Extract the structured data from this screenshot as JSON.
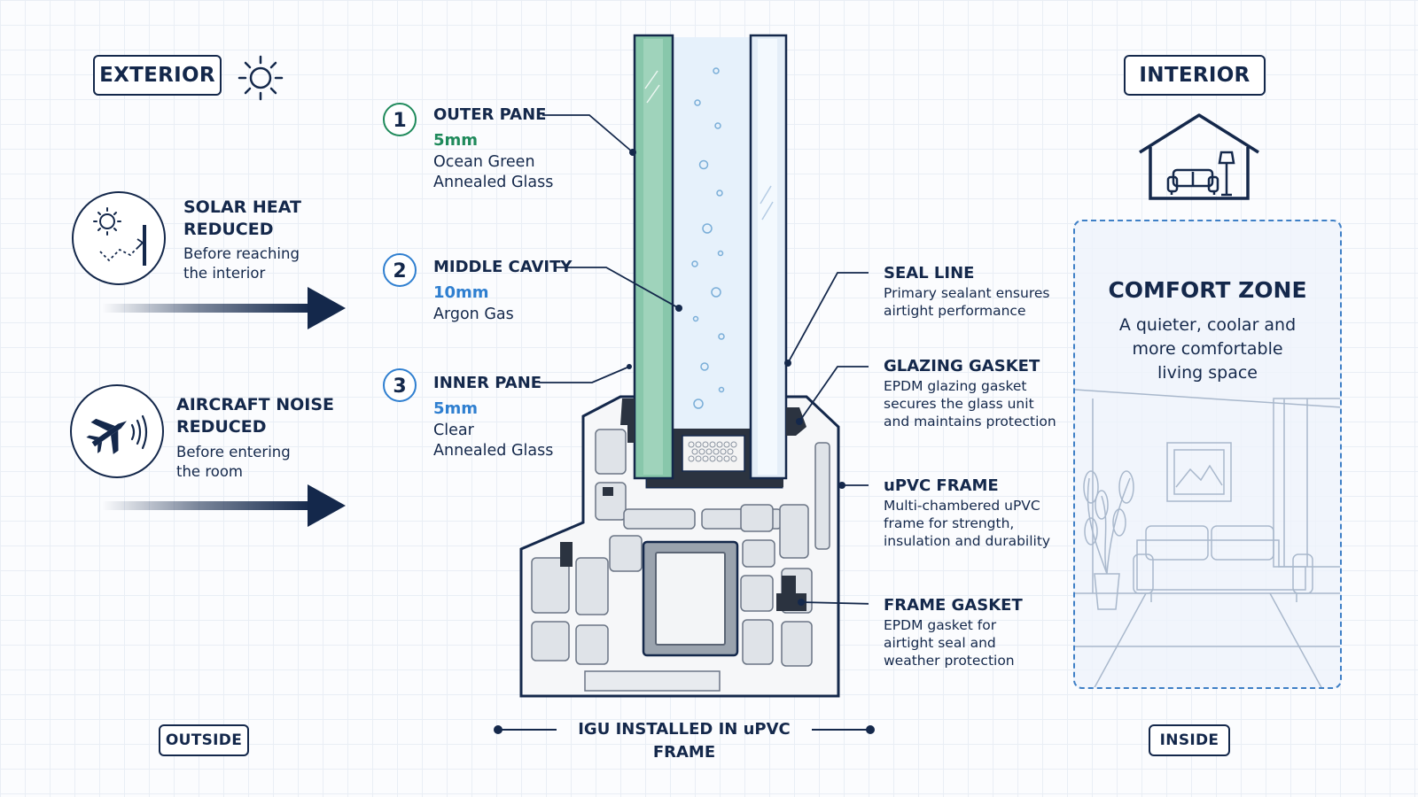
{
  "exterior": {
    "label": "EXTERIOR",
    "bottom_label": "OUTSIDE"
  },
  "interior": {
    "label": "INTERIOR",
    "bottom_label": "INSIDE"
  },
  "solar": {
    "title_line1": "SOLAR HEAT",
    "title_line2": "REDUCED",
    "desc_line1": "Before reaching",
    "desc_line2": "the interior"
  },
  "noise": {
    "title_line1": "AIRCRAFT NOISE",
    "title_line2": "REDUCED",
    "desc_line1": "Before entering",
    "desc_line2": "the room"
  },
  "layers": [
    {
      "number": "1",
      "title": "OUTER PANE",
      "value": "5mm",
      "desc_line1": "Ocean Green",
      "desc_line2": "Annealed Glass",
      "color": "#1f8a5b"
    },
    {
      "number": "2",
      "title": "MIDDLE CAVITY",
      "value": "10mm",
      "desc_line1": "Argon Gas",
      "desc_line2": "",
      "color": "#2f7fd0"
    },
    {
      "number": "3",
      "title": "INNER PANE",
      "value": "5mm",
      "desc_line1": "Clear",
      "desc_line2": "Annealed Glass",
      "color": "#2f7fd0"
    }
  ],
  "components": [
    {
      "title": "SEAL LINE",
      "lines": [
        "Primary sealant ensures",
        "airtight performance"
      ]
    },
    {
      "title": "GLAZING GASKET",
      "lines": [
        "EPDM glazing gasket",
        "secures the glass unit",
        "and maintains protection"
      ]
    },
    {
      "title": "uPVC FRAME",
      "lines": [
        "Multi-chambered uPVC",
        "frame for strength,",
        "insulation and durability"
      ]
    },
    {
      "title": "FRAME GASKET",
      "lines": [
        "EPDM gasket for",
        "airtight seal and",
        "weather protection"
      ]
    }
  ],
  "comfort": {
    "title": "COMFORT ZONE",
    "desc_line1": "A quieter, coolar and",
    "desc_line2": "more comfortable",
    "desc_line3": "living space"
  },
  "caption": "IGU INSTALLED IN uPVC FRAME",
  "colors": {
    "navy": "#14284b",
    "green_glass": "#7fc4a6",
    "clear_glass": "#e6f1fb",
    "zone_border": "#3e7fc6",
    "frame": "#f4f6f8"
  },
  "icons": [
    "sun-icon",
    "solar-reflection-icon",
    "airplane-icon",
    "sound-waves-icon",
    "house-icon",
    "sofa-icon",
    "lamp-icon"
  ]
}
